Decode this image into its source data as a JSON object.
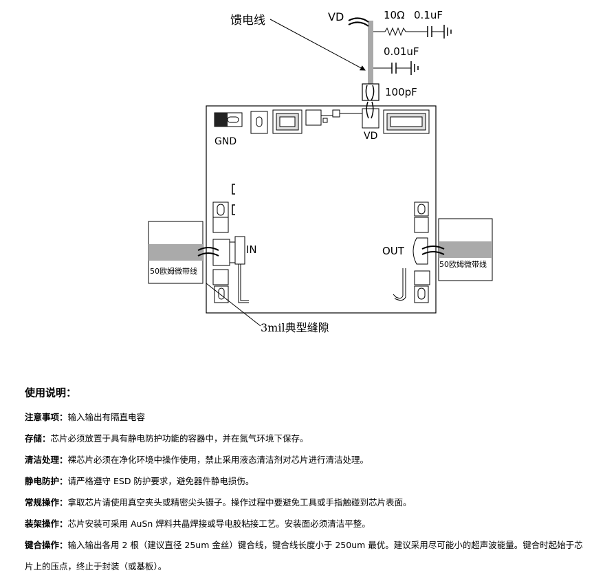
{
  "diagram": {
    "labels": {
      "bond_wire": "馈电线",
      "vd_top": "VD",
      "res_10": "10Ω",
      "cap_01uf": "0.1uF",
      "cap_001uf": "0.01uF",
      "cap_100pf": "100pF",
      "gnd": "GND",
      "vd_chip": "VD",
      "in": "IN",
      "out": "OUT",
      "left_line": "50欧姆微带线",
      "right_line": "50欧姆微带线",
      "gap": "3mil典型缝隙"
    }
  },
  "notes": {
    "title": "使用说明：",
    "items": [
      {
        "label": "注意事项：",
        "text": "输入输出有隔直电容"
      },
      {
        "label": "存储：",
        "text": "芯片必须放置于具有静电防护功能的容器中，并在氮气环境下保存。"
      },
      {
        "label": "清洁处理：",
        "text": "裸芯片必须在净化环境中操作使用，禁止采用液态清洁剂对芯片进行清洁处理。"
      },
      {
        "label": "静电防护：",
        "text": "请严格遵守 ESD 防护要求，避免器件静电损伤。"
      },
      {
        "label": "常规操作：",
        "text": "拿取芯片请使用真空夹头或精密尖头镊子。操作过程中要避免工具或手指触碰到芯片表面。"
      },
      {
        "label": "装架操作：",
        "text": "芯片安装可采用 AuSn 焊料共晶焊接或导电胶粘接工艺。安装面必须清洁平整。"
      },
      {
        "label": "键合操作：",
        "text": "输入输出各用 2 根（建议直径 25um 金丝）键合线，键合线长度小于 250um 最优。建议采用尽可能小的超声波能量。键合时起始于芯片上的压点，终止于封装（或基板）。"
      }
    ]
  }
}
